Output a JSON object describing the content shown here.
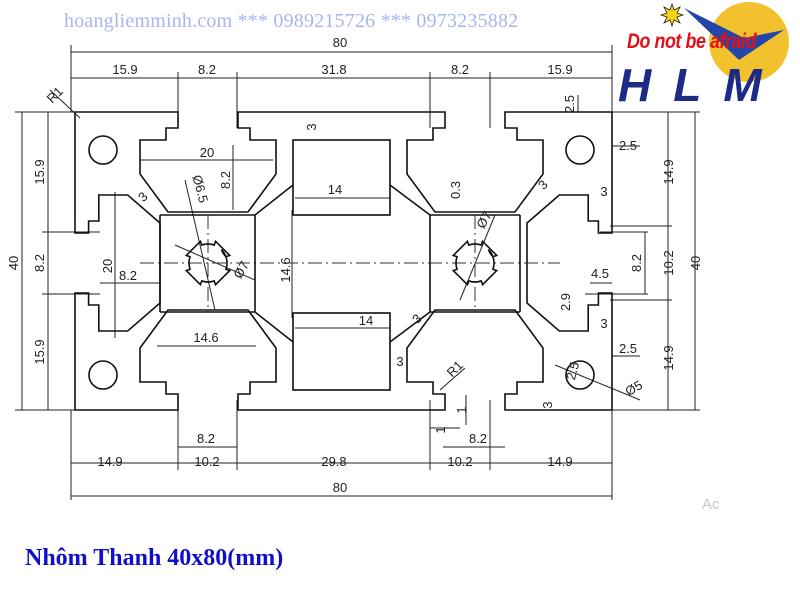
{
  "header": {
    "watermark": "hoangliemminh.com *** 0989215726 *** 0973235882"
  },
  "logo": {
    "slogan": "Do not be afraid",
    "letters": "HLM",
    "colors": {
      "sun": "#f2c12e",
      "bird": "#2446a8",
      "text": "#1d2a86",
      "slogan": "#e3101a"
    }
  },
  "caption": "Nhôm Thanh 40x80(mm)",
  "overlay_text": "Ac",
  "dimensions": {
    "overall_width": "80",
    "overall_width_bottom": "80",
    "top": [
      "15.9",
      "8.2",
      "31.8",
      "8.2",
      "15.9"
    ],
    "bottom": [
      "14.9",
      "10.2",
      "29.8",
      "10.2",
      "14.9"
    ],
    "left": [
      "15.9",
      "8.2",
      "15.9"
    ],
    "left_overall": "40",
    "right": [
      "14.9",
      "10.2",
      "14.9"
    ],
    "right_overall": "40",
    "right_slot": "8.2",
    "details": [
      "R1",
      "20",
      "8.2",
      "Ø6.5",
      "3",
      "3",
      "14",
      "0.3",
      "Ø7",
      "3",
      "3",
      "20",
      "8.2",
      "Ø7",
      "14.6",
      "14.6",
      "14",
      "3",
      "3",
      "R1",
      "4.5",
      "2.9",
      "3",
      "2.5",
      "2.5",
      "Ø5",
      "3",
      "1",
      "1",
      "8.2",
      "8.2",
      "2.5",
      "2.5"
    ]
  }
}
